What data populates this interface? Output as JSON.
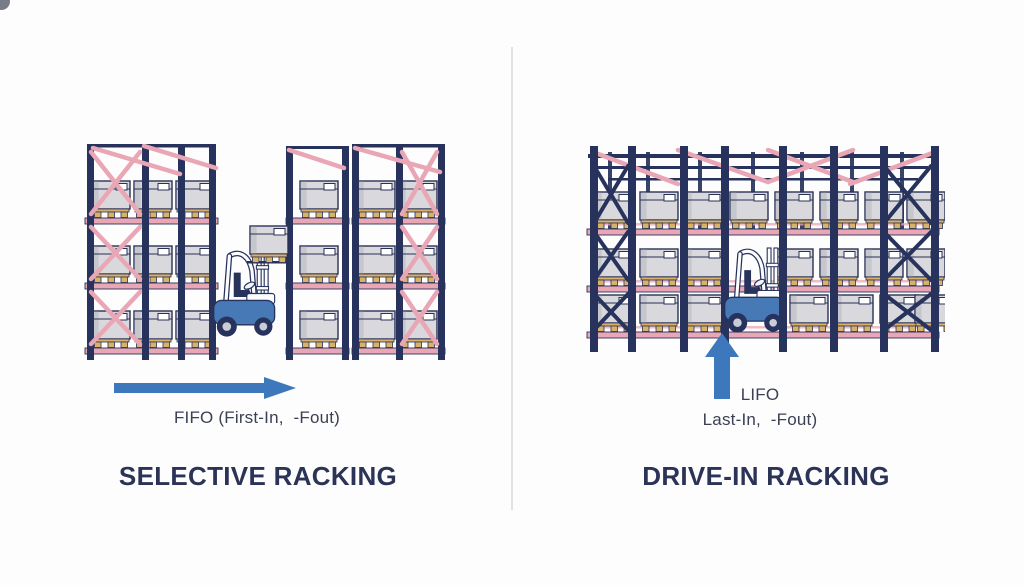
{
  "left_panel": {
    "title": "SELECTIVE RACKING",
    "flow_label": "FIFO (First-In,  -Fout)",
    "arrow_direction": "right",
    "illustration": "selective-racking-illustration"
  },
  "right_panel": {
    "title": "DRIVE-IN RACKING",
    "flow_label_line1": "LIFO",
    "flow_label_line2": "Last-In,  -Fout)",
    "arrow_direction": "up",
    "illustration": "drive-in-racking-illustration"
  },
  "icons": {
    "fifo_arrow": "arrow-right-icon",
    "lifo_arrow": "arrow-up-icon",
    "forklift": "forklift-icon",
    "crate": "pallet-crate-icon"
  },
  "colors": {
    "background": "#fdfdfd",
    "frame_navy": "#27335c",
    "beam_pink": "#e9a6b4",
    "crate_gray": "#d9d9dd",
    "pallet_tan": "#d9b269",
    "forklift_blue": "#4679b6",
    "arrow_blue": "#3d77bc",
    "title_navy": "#2b3357",
    "label_text": "#3b4054",
    "divider_gray": "#e2e2e4"
  }
}
